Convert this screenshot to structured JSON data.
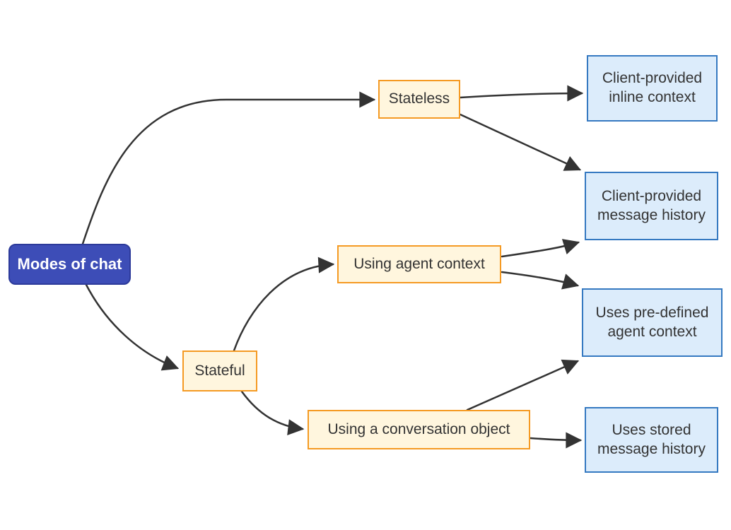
{
  "diagram": {
    "type": "flowchart",
    "direction": "left-to-right",
    "title": "Modes of chat",
    "nodes": {
      "root": {
        "label": "Modes of chat",
        "kind": "root"
      },
      "stateless": {
        "label": "Stateless",
        "kind": "branch"
      },
      "stateful": {
        "label": "Stateful",
        "kind": "branch"
      },
      "agent_context": {
        "label": "Using agent context",
        "kind": "branch"
      },
      "conversation": {
        "label": "Using a conversation object",
        "kind": "branch"
      },
      "inline_context": {
        "label": "Client-provided inline context",
        "kind": "leaf"
      },
      "message_history": {
        "label": "Client-provided message history",
        "kind": "leaf"
      },
      "predefined_context": {
        "label": "Uses pre-defined agent context",
        "kind": "leaf"
      },
      "stored_history": {
        "label": "Uses stored message history",
        "kind": "leaf"
      }
    },
    "edges": [
      {
        "from": "Modes of chat",
        "to": "Stateless"
      },
      {
        "from": "Modes of chat",
        "to": "Stateful"
      },
      {
        "from": "Stateless",
        "to": "Client-provided inline context"
      },
      {
        "from": "Stateless",
        "to": "Client-provided message history"
      },
      {
        "from": "Stateful",
        "to": "Using agent context"
      },
      {
        "from": "Stateful",
        "to": "Using a conversation object"
      },
      {
        "from": "Using agent context",
        "to": "Client-provided message history"
      },
      {
        "from": "Using agent context",
        "to": "Uses pre-defined agent context"
      },
      {
        "from": "Using a conversation object",
        "to": "Uses pre-defined agent context"
      },
      {
        "from": "Using a conversation object",
        "to": "Uses stored message history"
      }
    ],
    "colors": {
      "background": "#FFFFFF",
      "root_fill": "#3D4DB7",
      "root_border": "#2C3A9A",
      "root_text": "#FFFFFF",
      "branch_fill": "#FFF6DE",
      "branch_border": "#F59A23",
      "leaf_fill": "#DCECFB",
      "leaf_border": "#3579C1",
      "edge": "#333333",
      "node_text": "#333333"
    }
  }
}
